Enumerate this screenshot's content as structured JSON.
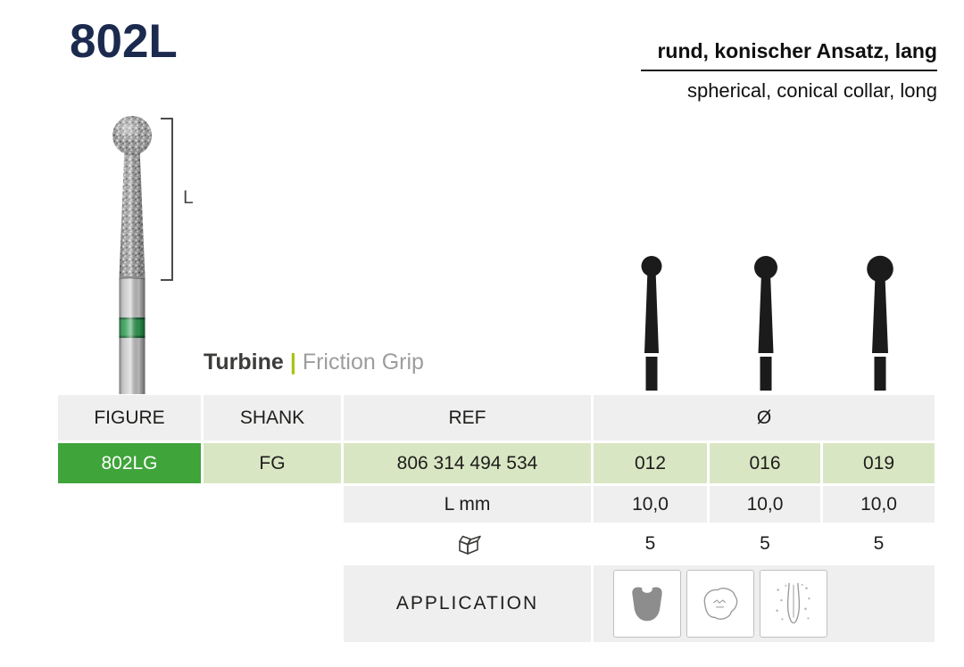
{
  "header": {
    "figure_number": "802L",
    "name_de": "rund, konischer Ansatz, lang",
    "name_en": "spherical, conical collar, long"
  },
  "illustration": {
    "length_label": "L",
    "grip": {
      "system": "Turbine",
      "separator": "|",
      "type": "Friction Grip"
    },
    "silhouette_icons": [
      "bur-silhouette-012-icon",
      "bur-silhouette-016-icon",
      "bur-silhouette-019-icon"
    ],
    "photo_icon": "diamond-bur-photo"
  },
  "table": {
    "headers": {
      "figure": "FIGURE",
      "shank": "SHANK",
      "ref": "REF",
      "diameter": "Ø"
    },
    "product": {
      "figure": "802LG",
      "shank": "FG",
      "ref": "806 314 494 534",
      "diameters": [
        "012",
        "016",
        "019"
      ]
    },
    "length": {
      "label": "L mm",
      "values": [
        "10,0",
        "10,0",
        "10,0"
      ]
    },
    "pack": {
      "icon": "package-icon",
      "values": [
        "5",
        "5",
        "5"
      ]
    },
    "application": {
      "label": "APPLICATION",
      "icons": [
        "cavity-prep-icon",
        "amalgam-removal-icon",
        "root-canal-icon"
      ]
    }
  },
  "colors": {
    "title_navy": "#1b2a4e",
    "accent_green": "#3fa43a",
    "pale_green": "#d9e6c3",
    "light_gray": "#efefef",
    "lime_separator": "#a3c613",
    "text_gray": "#9d9d9c",
    "band_green": "#2f9e53"
  }
}
